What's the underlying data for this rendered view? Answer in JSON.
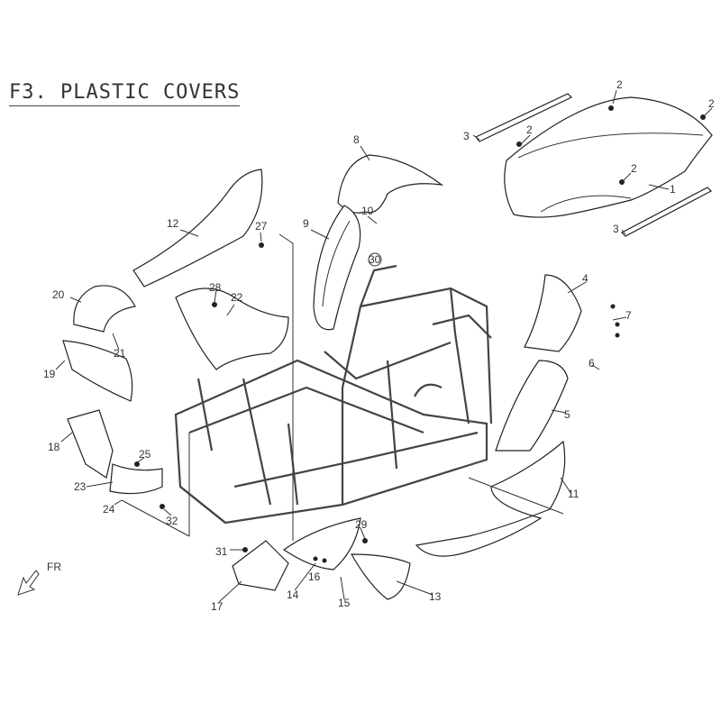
{
  "title": "F3. PLASTIC COVERS",
  "direction_label": "FR",
  "callouts": {
    "c1": "1",
    "c2a": "2",
    "c2b": "2",
    "c2c": "2",
    "c2d": "2",
    "c3a": "3",
    "c3b": "3",
    "c4": "4",
    "c5": "5",
    "c6": "6",
    "c7": "7",
    "c8": "8",
    "c9": "9",
    "c10": "10",
    "c11": "11",
    "c12": "12",
    "c13": "13",
    "c14": "14",
    "c15": "15",
    "c16": "16",
    "c17": "17",
    "c18": "18",
    "c19": "19",
    "c20": "20",
    "c21": "21",
    "c22": "22",
    "c23": "23",
    "c24": "24",
    "c25": "25",
    "c27": "27",
    "c28": "28",
    "c29": "29",
    "c30": "30",
    "c31": "31",
    "c32": "32"
  }
}
